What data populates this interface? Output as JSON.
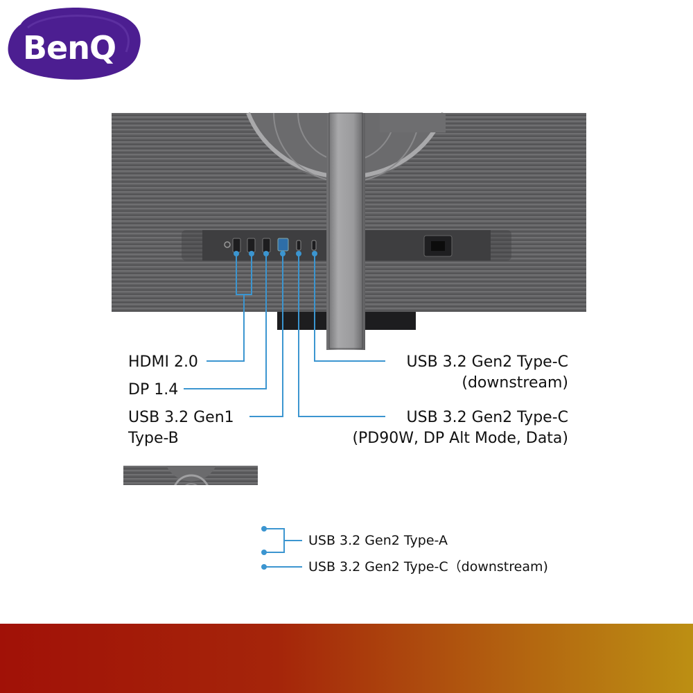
{
  "brand": {
    "logo_text": "BenQ",
    "logo_color": "#4c1e91"
  },
  "accent_color": "#3b95d0",
  "ports_main": [
    {
      "id": "hdmi",
      "lines": [
        "HDMI 2.0"
      ]
    },
    {
      "id": "dp",
      "lines": [
        "DP 1.4"
      ]
    },
    {
      "id": "usb-b",
      "lines": [
        "USB 3.2 Gen1",
        "Type-B"
      ]
    },
    {
      "id": "usb-c-down",
      "lines": [
        "USB 3.2 Gen2 Type-C",
        "(downstream)"
      ]
    },
    {
      "id": "usb-c-pd",
      "lines": [
        "USB 3.2 Gen2 Type-C",
        "(PD90W, DP Alt Mode, Data)"
      ]
    }
  ],
  "ports_side": [
    {
      "id": "usb-a",
      "lines": [
        "USB 3.2 Gen2 Type-A"
      ]
    },
    {
      "id": "usb-c-side",
      "lines": [
        "USB 3.2 Gen2 Type-C（downstream)"
      ]
    }
  ],
  "footer_colors": [
    "#a11107",
    "#bc8f13"
  ]
}
